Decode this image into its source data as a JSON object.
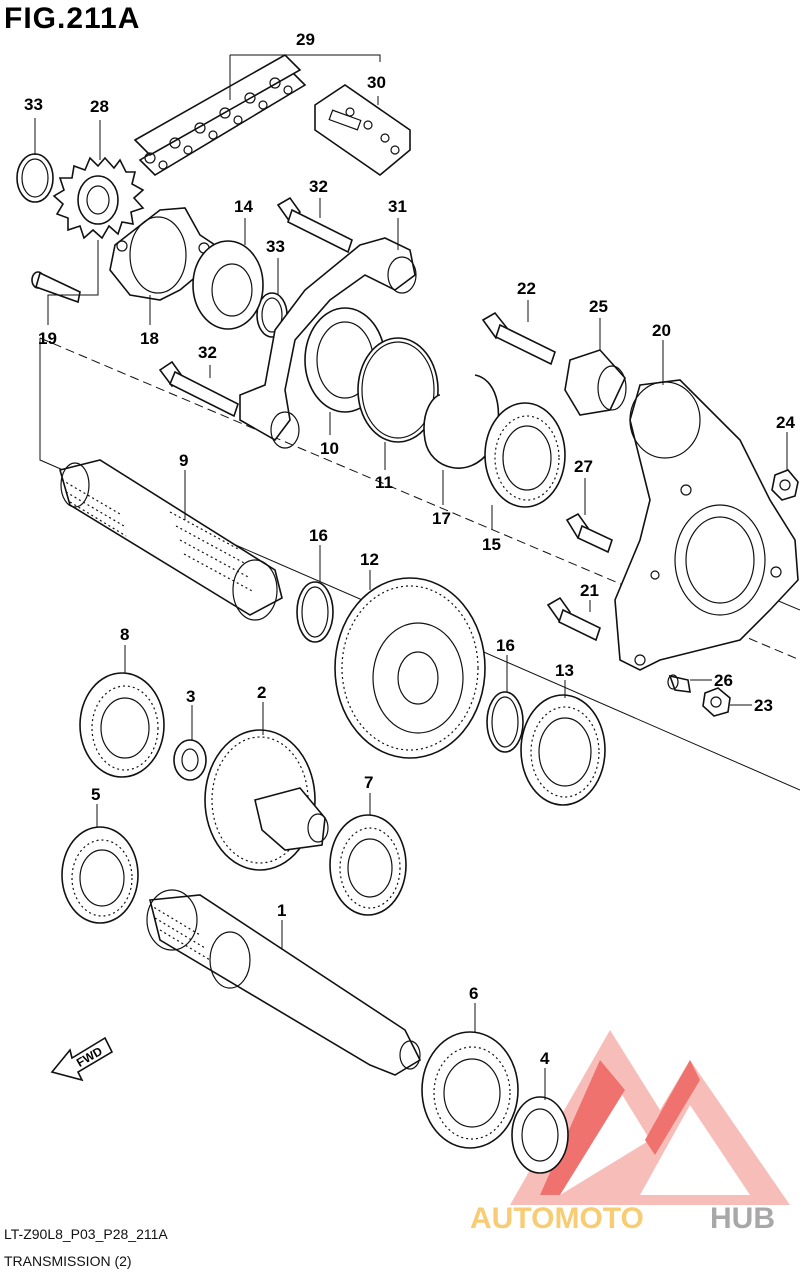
{
  "header": {
    "title": "FIG.211A"
  },
  "footer": {
    "code": "LT-Z90L8_P03_P28_211A",
    "caption": "TRANSMISSION (2)"
  },
  "watermark": {
    "text_left": "AUTOMOTO",
    "text_right": "HUB",
    "color_main": "#f4a9a6",
    "color_accent": "#ef5b55",
    "color_text_left": "#f6c45a",
    "color_text_right": "#9a9a9a"
  },
  "fwd_arrow": {
    "text": "FWD"
  },
  "callouts": {
    "p1": "1",
    "p2": "2",
    "p3": "3",
    "p4": "4",
    "p5": "5",
    "p6": "6",
    "p7": "7",
    "p8": "8",
    "p9": "9",
    "p10": "10",
    "p11": "11",
    "p12": "12",
    "p13": "13",
    "p14": "14",
    "p15": "15",
    "p16a": "16",
    "p16b": "16",
    "p17": "17",
    "p18": "18",
    "p19": "19",
    "p20": "20",
    "p21": "21",
    "p22": "22",
    "p23": "23",
    "p24": "24",
    "p25": "25",
    "p26": "26",
    "p27": "27",
    "p28": "28",
    "p29": "29",
    "p30": "30",
    "p31": "31",
    "p32a": "32",
    "p32b": "32",
    "p33a": "33",
    "p33b": "33"
  }
}
